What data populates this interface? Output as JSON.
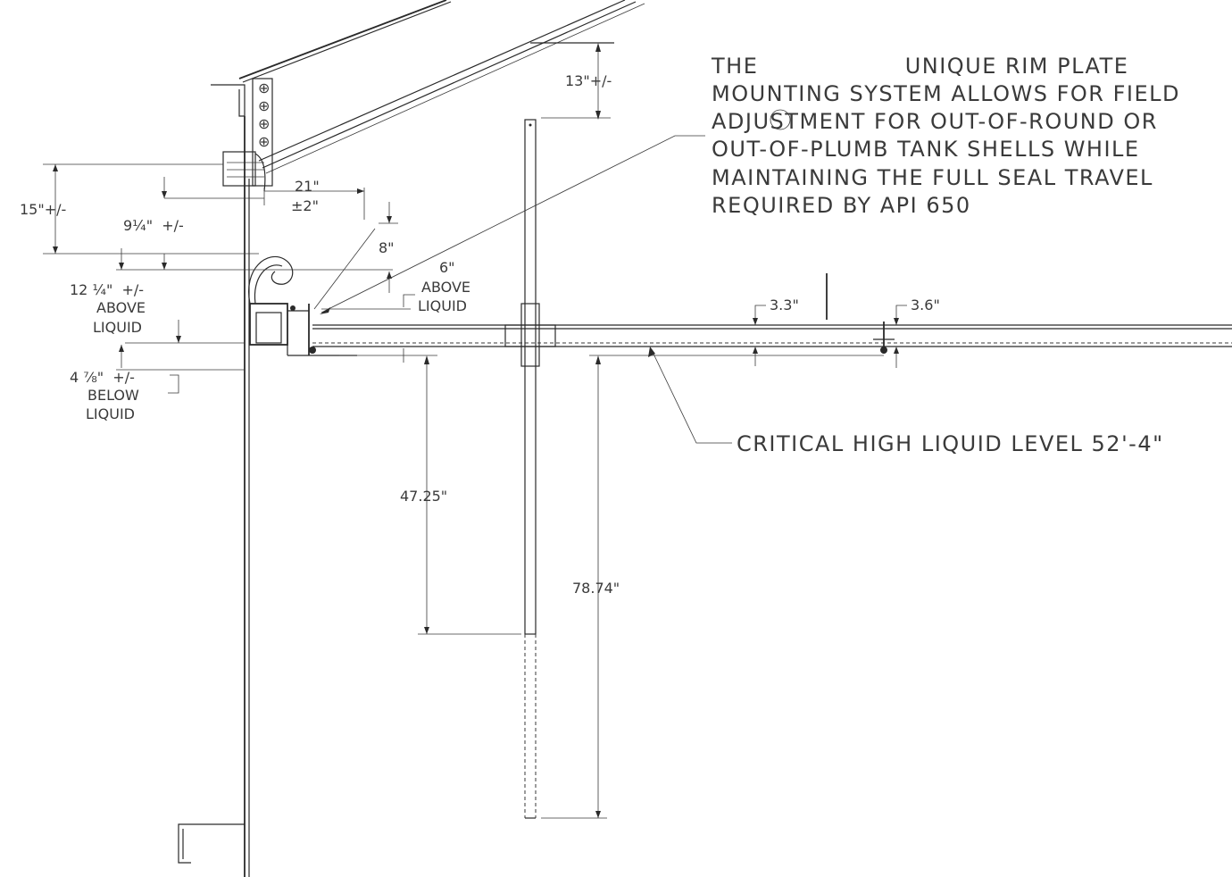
{
  "note": {
    "lines": [
      "THE                  UNIQUE RIM PLATE",
      "MOUNTING SYSTEM ALLOWS FOR FIELD",
      "ADJUSTMENT FOR OUT-OF-ROUND OR",
      "OUT-OF-PLUMB TANK SHELLS WHILE",
      "MAINTAINING THE FULL SEAL TRAVEL",
      "REQUIRED BY API 650"
    ]
  },
  "callout": {
    "critical_level": "CRITICAL HIGH LIQUID LEVEL 52'-4\""
  },
  "dimensions": {
    "d13": "13\"+/-",
    "d15": "15\"+/-",
    "d9": "9¼\"  +/-",
    "d21": "21\"",
    "d21tol": "±2\"",
    "d8": "8\"",
    "d6": "6\"",
    "d6a": "ABOVE",
    "d6b": "LIQUID",
    "d12": "12 ¼\"  +/-",
    "d12a": "ABOVE",
    "d12b": "LIQUID",
    "d4": "4 ⅞\"  +/-",
    "d4a": "BELOW",
    "d4b": "LIQUID",
    "d33": "3.3\"",
    "d36": "3.6\"",
    "d4725": "47.25\"",
    "d7874": "78.74\""
  }
}
